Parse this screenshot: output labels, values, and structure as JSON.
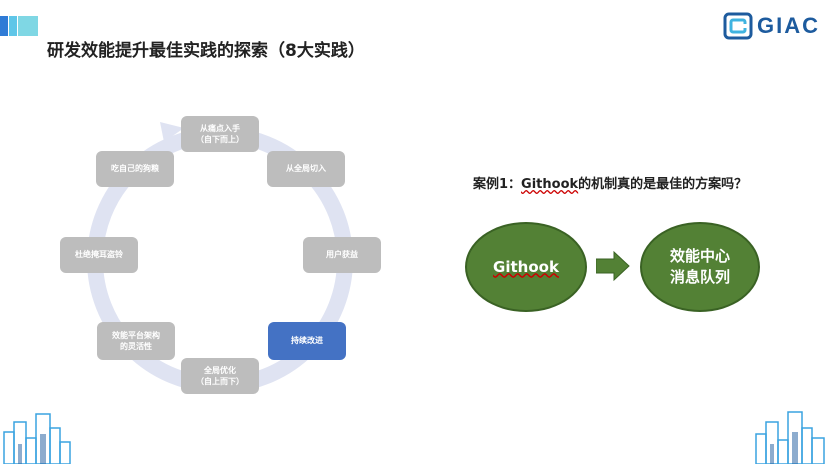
{
  "header": {
    "title": "研发效能提升最佳实践的探索（8大实践）",
    "logo_text": "GIAC"
  },
  "cycle": {
    "nodes": [
      {
        "line1": "从痛点入手",
        "line2": "（自下而上）"
      },
      {
        "line1": "从全局切入",
        "line2": ""
      },
      {
        "line1": "用户获益",
        "line2": ""
      },
      {
        "line1": "持续改进",
        "line2": ""
      },
      {
        "line1": "全局优化",
        "line2": "（自上而下）"
      },
      {
        "line1": "效能平台架构",
        "line2": "的灵活性"
      },
      {
        "line1": "杜绝掩耳盗铃",
        "line2": ""
      },
      {
        "line1": "吃自己的狗粮",
        "line2": ""
      }
    ]
  },
  "case": {
    "prefix": "案例1：",
    "git": "Githook",
    "suffix": "的机制真的是最佳的方案吗？",
    "left_ellipse": "Githook",
    "right_line1": "效能中心",
    "right_line2": "消息队列"
  },
  "colors": {
    "node_gray": "#bdbdbd",
    "node_active": "#4472c4",
    "ellipse_green": "#538135",
    "ring": "#dfe3f2",
    "logo_blue": "#1d5b9e"
  }
}
